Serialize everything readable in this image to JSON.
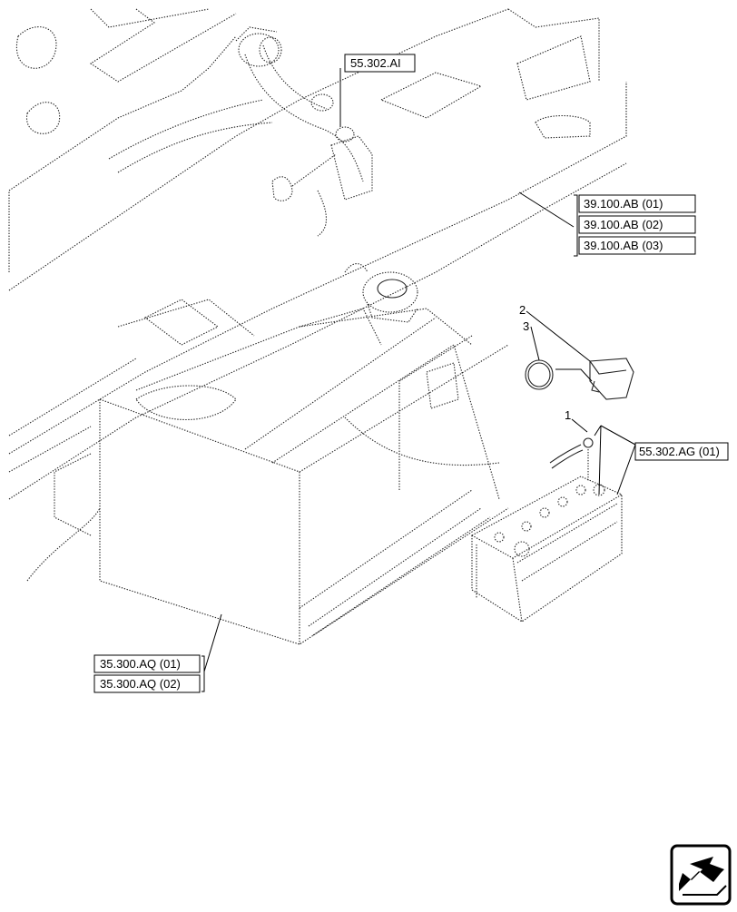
{
  "references": {
    "ref_55302AI": "55.302.AI",
    "ref_39100AB_01": "39.100.AB (01)",
    "ref_39100AB_02": "39.100.AB (02)",
    "ref_39100AB_03": "39.100.AB (03)",
    "ref_55302AG_01": "55.302.AG (01)",
    "ref_35300AQ_01": "35.300.AQ (01)",
    "ref_35300AQ_02": "35.300.AQ (02)"
  },
  "callouts": {
    "item1": "1",
    "item2": "2",
    "item3": "3"
  },
  "icons": {
    "nav": "next-page-arrow-icon"
  }
}
